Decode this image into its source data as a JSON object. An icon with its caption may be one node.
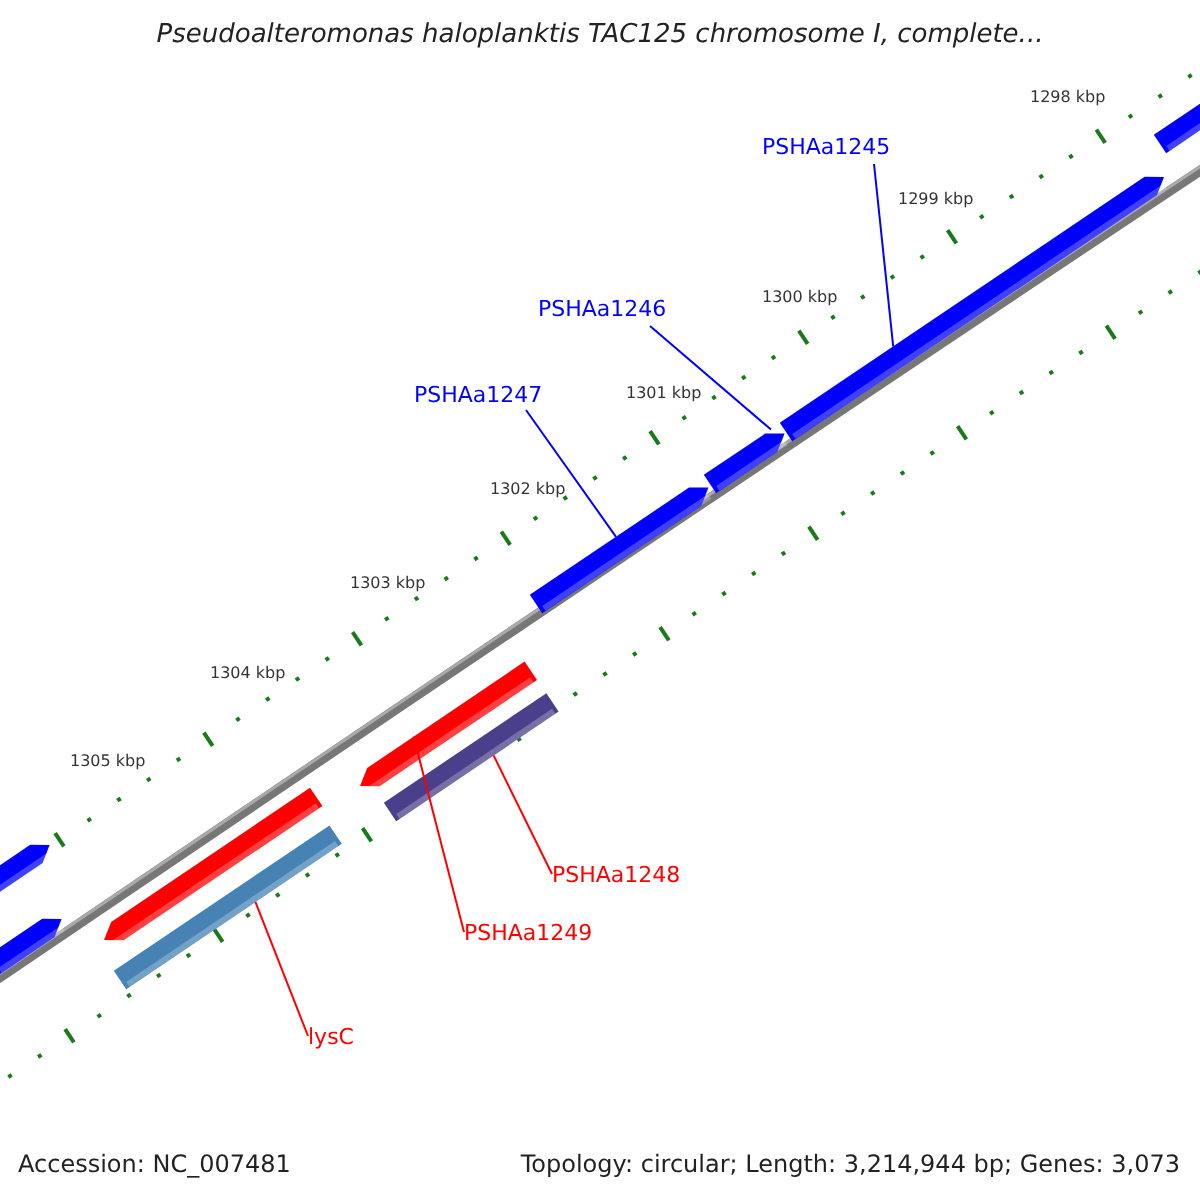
{
  "diagram": {
    "title": "Pseudoalteromonas haloplanktis TAC125 chromosome I, complete...",
    "nodes": [
      {
        "text": [
          "PSHAa1245"
        ]
      },
      {
        "text": [
          "PSHAa1246"
        ]
      },
      {
        "text": [
          "PSHAa1247"
        ]
      },
      {
        "text": [
          "PSHAa1248"
        ]
      },
      {
        "text": [
          "PSHAa1249"
        ]
      },
      {
        "text": [
          "lysC"
        ]
      },
      {
        "text": [],
        "shape": "arrow"
      },
      {
        "text": [],
        "shape": "arrow"
      },
      {
        "text": [],
        "shape": "arrow"
      },
      {
        "text": [],
        "shape": "bar"
      },
      {
        "text": [],
        "shape": "arrow"
      },
      {
        "text": [],
        "shape": "bar"
      },
      {
        "text": [],
        "shape": "arrow"
      },
      {
        "text": [],
        "shape": "arrow"
      },
      {
        "text": [],
        "shape": "arrow"
      },
      {
        "text": [],
        "shape": "arrow"
      }
    ],
    "edges": [
      {
        "from": 0,
        "to": 6,
        "arrow": "none"
      },
      {
        "from": 1,
        "to": 7,
        "arrow": "none"
      },
      {
        "from": 2,
        "to": 8,
        "arrow": "none"
      },
      {
        "from": 3,
        "to": 9,
        "arrow": "none",
        "color": "#ff0000"
      },
      {
        "from": 4,
        "to": 10,
        "arrow": "none",
        "color": "#ff0000"
      },
      {
        "from": 5,
        "to": 11,
        "arrow": "none",
        "color": "#ff0000"
      }
    ],
    "labels": [
      "1298 kbp",
      "1299 kbp",
      "1300 kbp",
      "1301 kbp",
      "1302 kbp",
      "1303 kbp",
      "1304 kbp",
      "1305 kbp",
      "Accession: NC_007481",
      "Topology: circular; Length: 3,214,944 bp; Genes: 3,073"
    ]
  }
}
